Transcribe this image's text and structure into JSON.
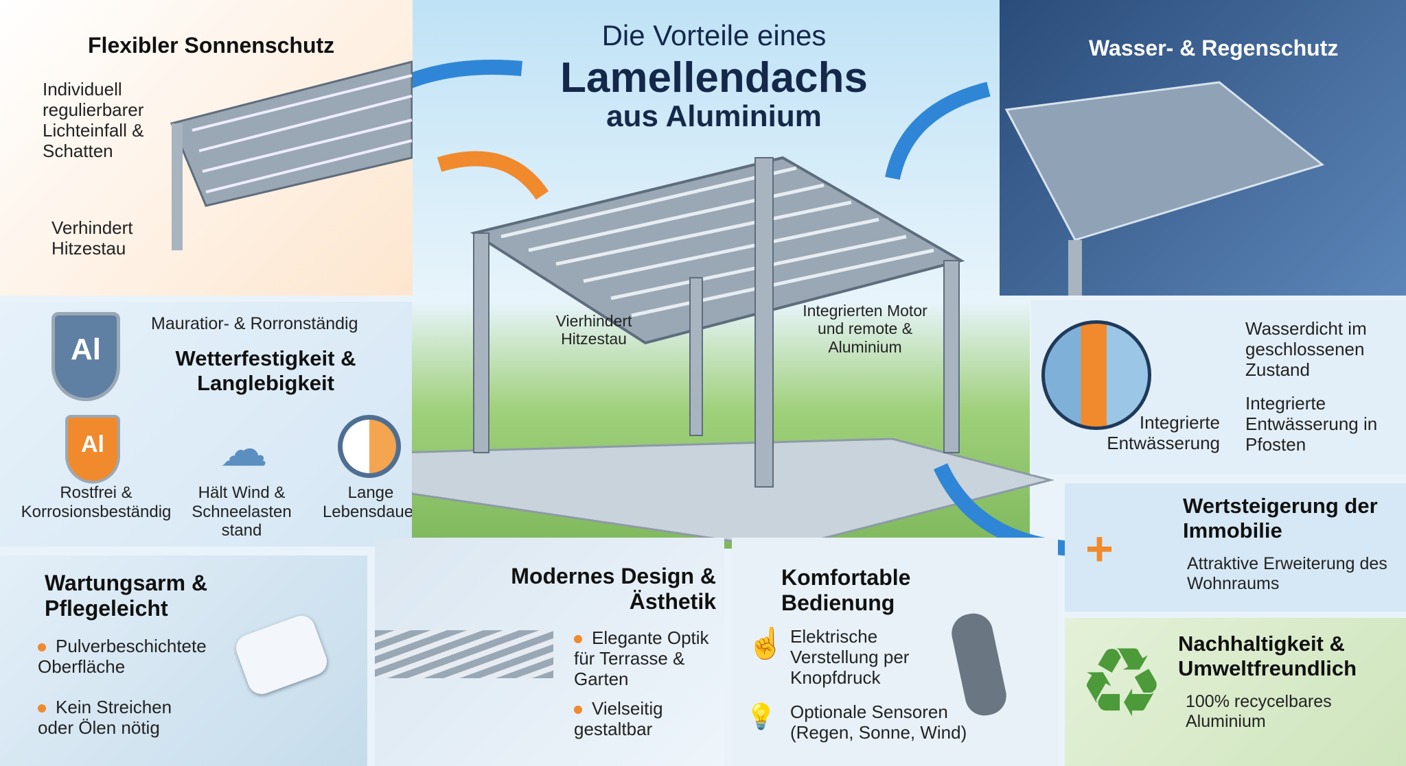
{
  "title": {
    "line1": "Die Vorteile eines",
    "line2": "Lamellendachs",
    "line3": "aus Aluminium"
  },
  "center_labels": {
    "heat": "Vierhindert Hitzestau",
    "motor": "Integrierten Motor und remote & Aluminium"
  },
  "sun": {
    "heading": "Flexibler Sonnenschutz",
    "item1": "Individuell regulierbarer Lichteinfall & Schatten",
    "item2": "Verhindert Hitzestau"
  },
  "rain": {
    "heading": "Wasser- & Regenschutz"
  },
  "drainage": {
    "icon_label": "Integrierte Entwässerung",
    "item1": "Wasserdicht im geschlossenen Zustand",
    "item2": "Integrierte Entwässerung in Pfosten"
  },
  "weather": {
    "subtitle": "Mauratior- & Rorronständig",
    "heading": "Wetterfestigkeit & Langlebigkeit",
    "shield_text": "Al",
    "features": [
      {
        "icon": "shield-icon",
        "label": "Rostfrei & Korrosionsbeständig"
      },
      {
        "icon": "wind-icon",
        "label": "Hält Wind & Schneelasten stand"
      },
      {
        "icon": "clock-icon",
        "label": "Lange Lebensdauer"
      }
    ]
  },
  "maintenance": {
    "heading": "Wartungsarm & Pflegeleicht",
    "items": [
      "Pulverbeschichtete Oberfläche",
      "Kein Streichen oder Ölen nötig"
    ]
  },
  "design": {
    "heading": "Modernes Design & Ästhetik",
    "items": [
      "Elegante Optik für Terrasse & Garten",
      "Vielseitig gestaltbar"
    ]
  },
  "comfort": {
    "heading": "Komfortable Bedienung",
    "item1": "Elektrische Verstellung per Knopfdruck",
    "item2": "Optionale Sensoren (Regen, Sonne, Wind)"
  },
  "value": {
    "heading": "Wertsteigerung der Immobilie",
    "text": "Attraktive Erweiterung des Wohnraums"
  },
  "eco": {
    "heading": "Nachhaltigkeit & Umweltfreundlich",
    "text": "100% recycelbares Aluminium"
  },
  "colors": {
    "accent": "#f08a2c",
    "blue": "#2f86d6",
    "navy": "#14284a"
  }
}
